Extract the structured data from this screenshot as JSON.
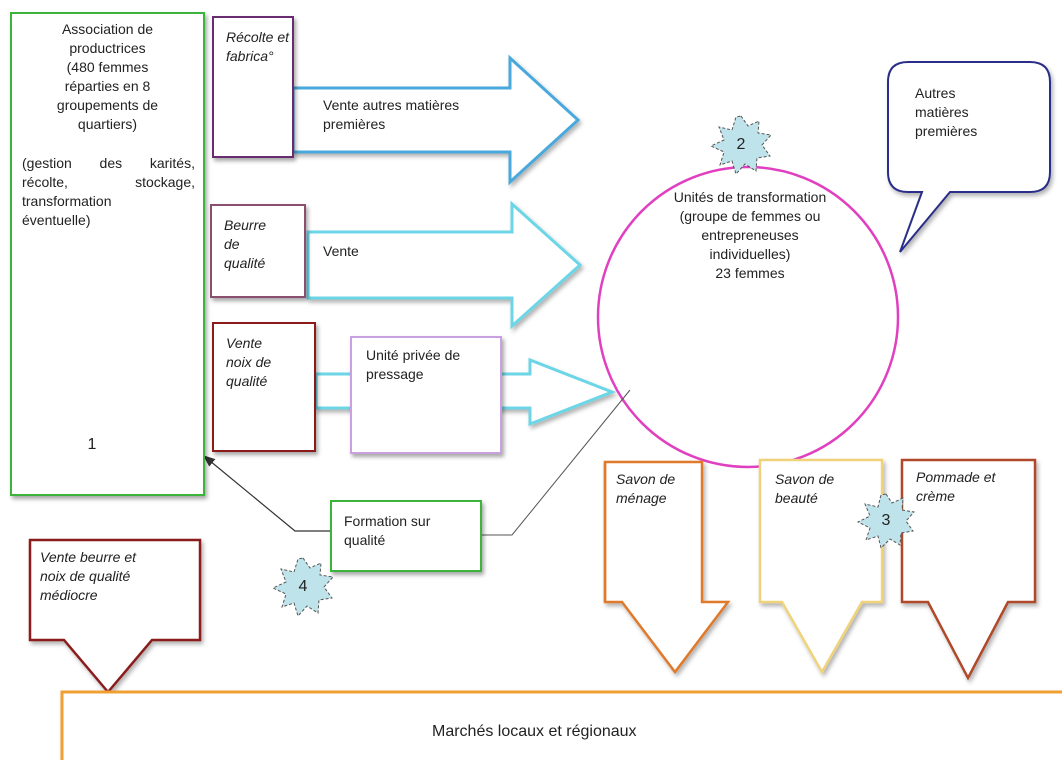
{
  "nodes": {
    "association": {
      "title_lines": [
        "Association de",
        "productrices",
        "(480 femmes",
        "réparties en 8",
        "groupements de",
        "quartiers)"
      ],
      "detail_lines": [
        "(gestion des karités,",
        "récolte, stockage,",
        "transformation",
        "éventuelle)"
      ]
    },
    "recolte": {
      "lines": [
        "Récolte et",
        "fabrica°"
      ]
    },
    "beurre": {
      "lines": [
        "Beurre",
        "de",
        "qualité"
      ]
    },
    "vente_noix": {
      "lines": [
        "Vente",
        "noix de",
        "qualité"
      ]
    },
    "unite_privee": {
      "lines": [
        "Unité privée de",
        "pressage"
      ]
    },
    "formation": {
      "lines": [
        "Formation sur",
        "qualité"
      ]
    },
    "vente_mediocre": {
      "lines": [
        "Vente beurre et",
        "noix de qualité",
        "médiocre"
      ]
    },
    "unites_transfo": {
      "lines": [
        "Unités de transformation",
        "(groupe de femmes ou",
        "entrepreneuses",
        "individuelles)",
        "23 femmes"
      ]
    },
    "autres_mp": {
      "lines": [
        "Autres",
        "matières",
        "premières"
      ]
    },
    "savon_menage": {
      "lines": [
        "Savon de",
        "ménage"
      ]
    },
    "savon_beaute": {
      "lines": [
        "Savon de",
        "beauté"
      ]
    },
    "pommade": {
      "lines": [
        "Pommade et",
        "crème"
      ]
    },
    "marches": {
      "label": "Marchés locaux et régionaux"
    }
  },
  "arrows": {
    "vente_autres": {
      "lines": [
        "Vente autres matières",
        "premières"
      ]
    },
    "vente": {
      "label": "Vente"
    }
  },
  "badges": [
    "1",
    "2",
    "3",
    "4"
  ],
  "colors": {
    "green": "#3cb43c",
    "purple": "#6a2c70",
    "mauve": "#8a4f6f",
    "darkred": "#8b1a1a",
    "lavender": "#c9a0e0",
    "blue_arrow": "#4aa8dc",
    "cyan_arrow": "#6cd6e6",
    "magenta": "#e040c0",
    "navy": "#2a2f88",
    "orange": "#e07a2a",
    "yellow": "#f0d27a",
    "brick": "#b04a2a",
    "market_border": "#f0a030",
    "badge_fill": "#bfe3ea"
  }
}
